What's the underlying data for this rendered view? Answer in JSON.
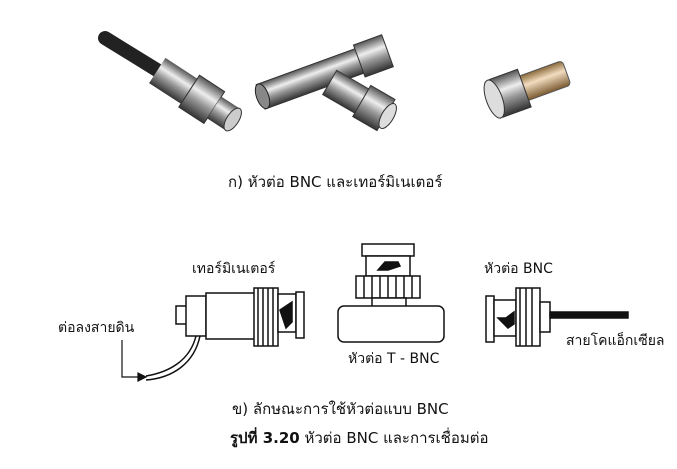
{
  "photos_caption": "ก)  หัวต่อ BNC  และเทอร์มิเนเตอร์",
  "diagram": {
    "label_terminator": "เทอร์มิเนเตอร์",
    "label_bnc": "หัวต่อ BNC",
    "label_ground": "ต่อลงสายดิน",
    "label_t_bnc": "หัวต่อ T - BNC",
    "label_coax": "สายโคแอ็กเซียล"
  },
  "diagram_caption": "ข)  ลักษณะการใช้หัวต่อแบบ BNC",
  "figure_caption": {
    "number": "รูปที่ 3.20",
    "title": "หัวต่อ BNC และการเชื่อมต่อ"
  }
}
